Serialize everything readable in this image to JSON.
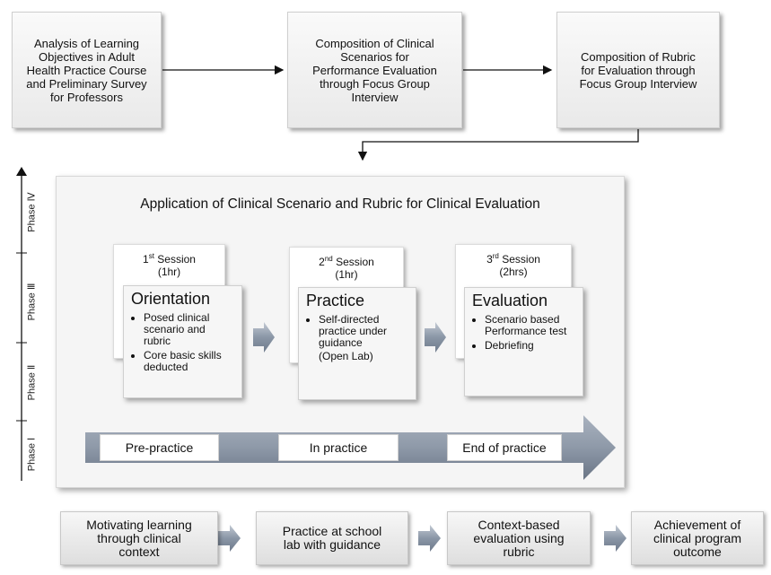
{
  "top_steps": [
    {
      "lines": [
        "Analysis of Learning",
        "Objectives in Adult",
        "Health Practice Course",
        "and Preliminary Survey",
        "for Professors"
      ]
    },
    {
      "lines": [
        "Composition of Clinical",
        "Scenarios for",
        "Performance Evaluation",
        "through Focus Group",
        "Interview"
      ]
    },
    {
      "lines": [
        "Composition of Rubric",
        "for Evaluation through",
        "Focus Group Interview"
      ]
    }
  ],
  "phases": [
    "Phase Ⅰ",
    "Phase Ⅱ",
    "Phase Ⅲ",
    "Phase Ⅳ"
  ],
  "main_title": "Application of Clinical Scenario and Rubric for Clinical Evaluation",
  "sessions": [
    {
      "ordinal": "1",
      "suffix": "st",
      "label": "Session",
      "duration": "(1hr)",
      "title": "Orientation",
      "bullets": [
        "Posed clinical scenario and rubric",
        "Core basic skills deducted"
      ]
    },
    {
      "ordinal": "2",
      "suffix": "nd",
      "label": "Session",
      "duration": "(1hr)",
      "title": "Practice",
      "bullets": [
        "Self-directed practice under guidance"
      ],
      "note": "(Open Lab)"
    },
    {
      "ordinal": "3",
      "suffix": "rd",
      "label": "Session",
      "duration": "(2hrs)",
      "title": "Evaluation",
      "bullets": [
        "Scenario based Performance test",
        "Debriefing"
      ]
    }
  ],
  "stages": [
    "Pre-practice",
    "In practice",
    "End of practice"
  ],
  "bottom_steps": [
    {
      "lines": [
        "Motivating learning",
        "through clinical",
        "context"
      ]
    },
    {
      "lines": [
        "Practice at school",
        "lab with guidance"
      ]
    },
    {
      "lines": [
        "Context-based",
        "evaluation using",
        "rubric"
      ]
    },
    {
      "lines": [
        "Achievement of",
        "clinical program",
        "outcome"
      ]
    }
  ],
  "colors": {
    "box_fill": "#ececec",
    "arrow_fill": "#8a96a6",
    "frame": "#f5f5f5"
  }
}
